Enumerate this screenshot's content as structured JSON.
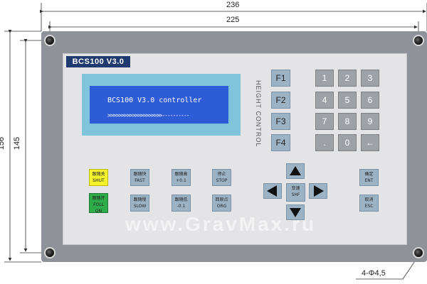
{
  "dimensions": {
    "total_width": "236",
    "inner_width": "225",
    "total_height": "156",
    "inner_height": "145",
    "hole_note": "4-Φ4,5"
  },
  "panel": {
    "brand": "BCS100  V3.0",
    "lcd_line1": "BCS100 V3.0 controller",
    "lcd_line2": ">>>>>>>>>>>>>>>>>>>>----------",
    "side_label": "HEIGHT  CONTROL"
  },
  "function_keys": [
    "F1",
    "F2",
    "F3",
    "F4"
  ],
  "numpad": [
    "1",
    "2",
    "3",
    "4",
    "5",
    "6",
    "7",
    "8",
    "9",
    ".",
    "0",
    "←"
  ],
  "buttons": {
    "shut": {
      "cn": "跟随关",
      "en": "SHUT"
    },
    "follow_on": {
      "cn": "跟随开",
      "en": "FOLL",
      "en2": "ON"
    },
    "fast": {
      "cn": "跟随快",
      "en": "FAST"
    },
    "slow": {
      "cn": "跟随慢",
      "en": "SLOW"
    },
    "plus": {
      "cn": "跟随高",
      "en": "+0.1"
    },
    "minus": {
      "cn": "跟随低",
      "en": "-0.1"
    },
    "stop": {
      "cn": "停止",
      "en": "STOP"
    },
    "origin": {
      "cn": "回原点",
      "en": "ORG"
    },
    "shift": {
      "cn": "变速",
      "en": "SHF"
    },
    "enter": {
      "cn": "确定",
      "en": "ENT"
    },
    "escape": {
      "cn": "取消",
      "en": "ESC"
    }
  },
  "watermark": "www.GravMax.ru",
  "colors": {
    "panel": "#8f9298",
    "face": "#e4e4e6",
    "lcd": "#2e5bd6",
    "lcd_frame": "#7fc4da",
    "key_blue": "#9cb3c6",
    "key_gray": "#9ea1a6",
    "shut_key": "#f4f22a",
    "follow_key": "#2eab4a"
  }
}
